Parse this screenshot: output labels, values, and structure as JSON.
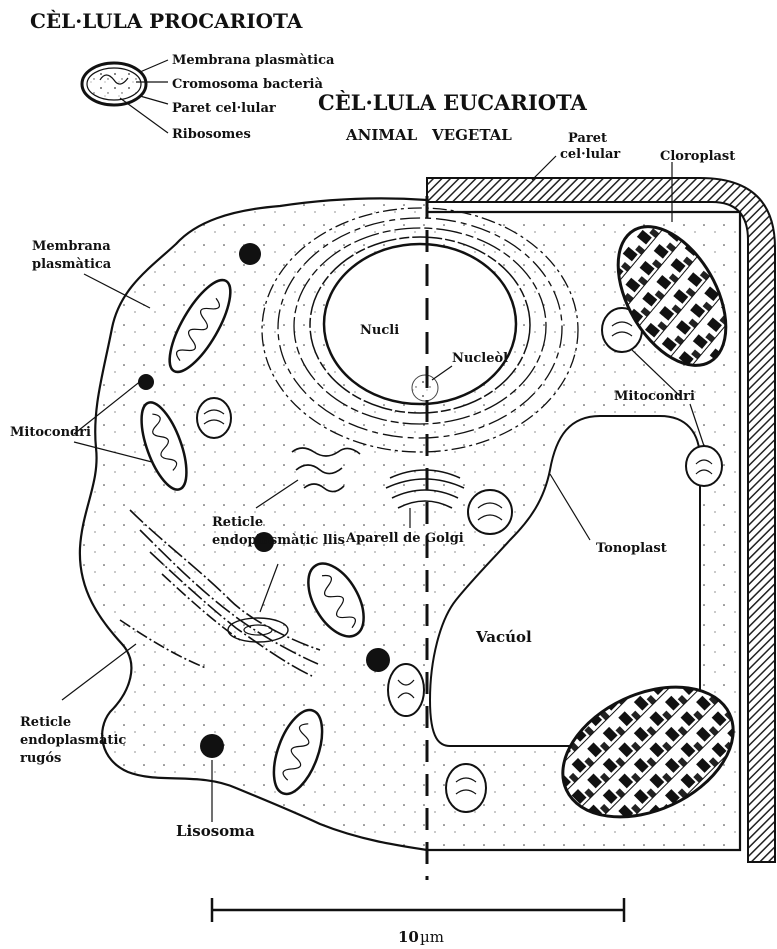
{
  "diagram": {
    "prokaryote": {
      "title": "CÈL·LULA PROCARIOTA",
      "labels": {
        "membrana": "Membrana plasmàtica",
        "cromosoma": "Cromosoma bacterià",
        "paret": "Paret cel·lular",
        "ribosomes": "Ribosomes"
      }
    },
    "eukaryote": {
      "title": "CÈL·LULA EUCARIOTA",
      "animal": "ANIMAL",
      "vegetal": "VEGETAL"
    },
    "labels": {
      "paret_line1": "Paret",
      "paret_line2": "cel·lular",
      "cloroplast": "Cloroplast",
      "membrana_line1": "Membrana",
      "membrana_line2": "plasmàtica",
      "nucli": "Nucli",
      "nucleol": "Nucleòl",
      "mitocondri_left": "Mitocondri",
      "mitocondri_right": "Mitocondri",
      "rel_line1": "Reticle",
      "rel_line2": "endoplasmàtic llis",
      "golgi": "Aparell de Golgi",
      "tonoplast": "Tonoplast",
      "vacuol": "Vacúol",
      "rer_line1": "Reticle",
      "rer_line2": "endoplasmàtic",
      "rer_line3": "rugós",
      "lisosoma": "Lisosoma"
    },
    "scale": {
      "value": "10",
      "unit": "µm"
    }
  }
}
